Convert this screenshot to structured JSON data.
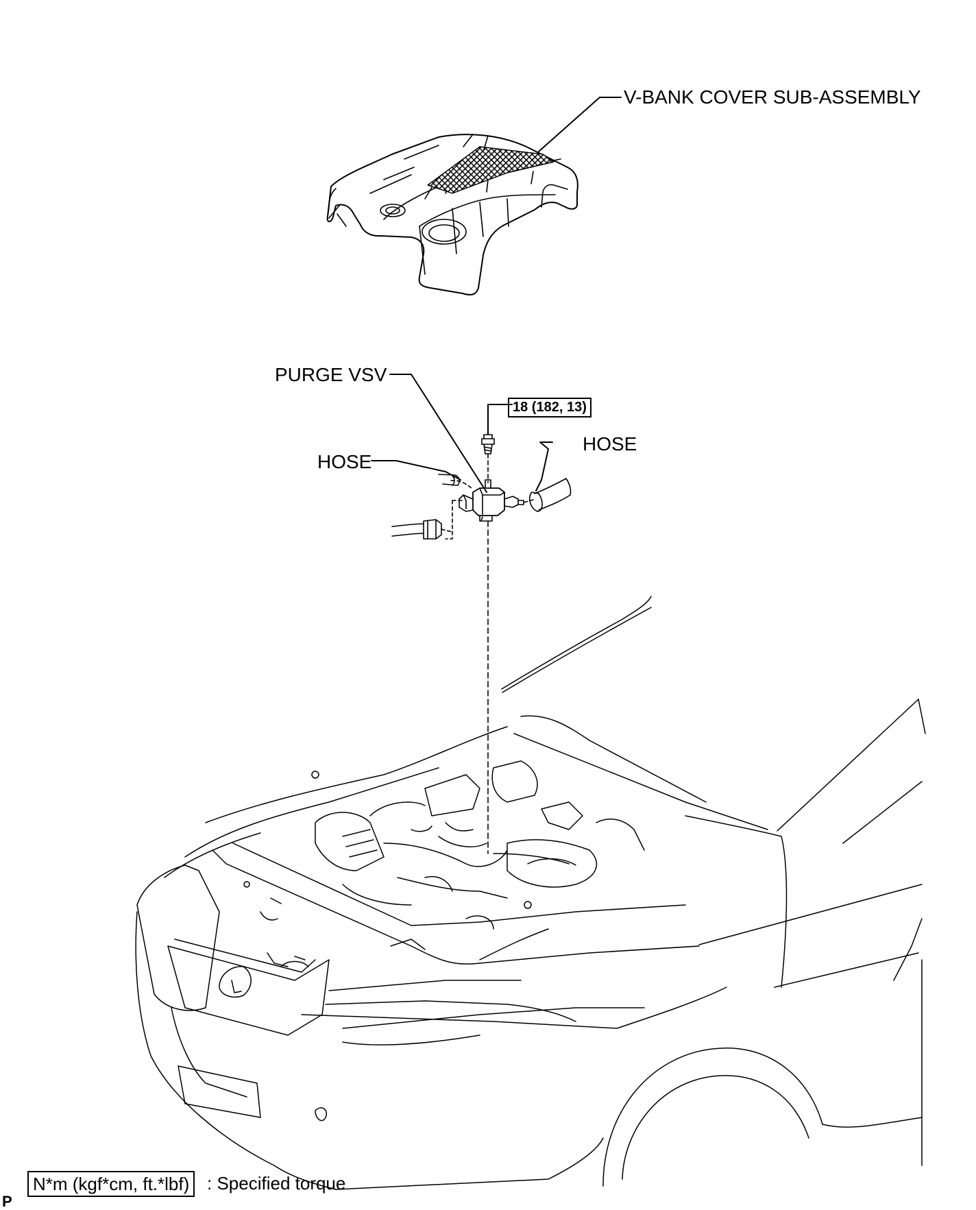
{
  "labels": {
    "vbank_cover": "V-BANK COVER SUB-ASSEMBLY",
    "purge_vsv": "PURGE VSV",
    "hose_left": "HOSE",
    "hose_right": "HOSE",
    "torque_value": "18 (182, 13)"
  },
  "legend": {
    "unit_box": "N*m (kgf*cm, ft.*lbf)",
    "description": ": Specified torque"
  },
  "corner_code": "P",
  "colors": {
    "line": "#000000",
    "background": "#ffffff"
  }
}
